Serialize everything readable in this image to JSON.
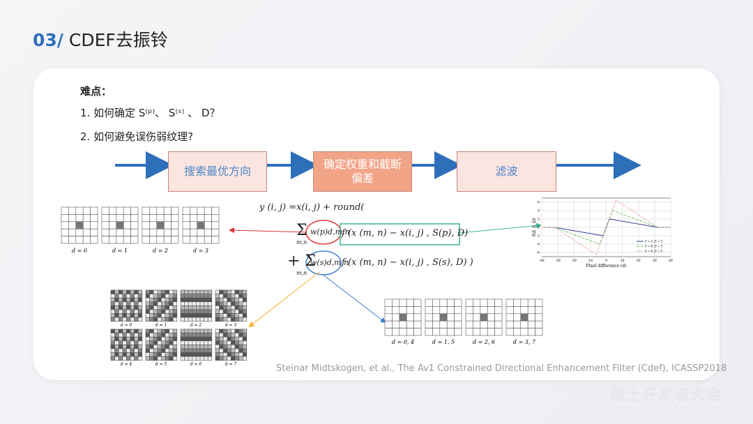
{
  "header": {
    "number": "03/",
    "title": "CDEF去振铃"
  },
  "content": {
    "difficulty_label": "难点：",
    "q1": "1. 如何确定 S⁽ᵖ⁾、 S⁽ˢ⁾ 、 D？",
    "q2": "2. 如何避免误伤弱纹理?"
  },
  "flow": {
    "steps": [
      "搜索最优方向",
      "确定权重和截断偏差",
      "滤波"
    ]
  },
  "formula": {
    "line1": "y (i, j) =x(i, j) + round(",
    "line2_sum": "Σ",
    "line2_weight": "w(p)d,m,n",
    "line2_f": "f (x (m, n) − x(i, j) , S(p), D)",
    "line3_sum": "+ Σ",
    "line3_weight": "w(s)d,m,n",
    "line3_f": "f (x (m, n) − x(i, j) , S(s), D) )",
    "sub": "m,n"
  },
  "direction_grids": {
    "labels": [
      "d = 0",
      "d = 1",
      "d = 2",
      "d = 3"
    ]
  },
  "secondary_grids": {
    "labels": [
      "d = 0, 4",
      "d = 1, 5",
      "d = 2, 6",
      "d = 3, 7"
    ]
  },
  "block_grids": {
    "labels": [
      "d = 0",
      "d = 1",
      "d = 2",
      "d = 3",
      "d = 4",
      "d = 5",
      "d = 6",
      "d = 7"
    ]
  },
  "chart_data": {
    "type": "line",
    "xlabel": "Pixel difference (d)",
    "ylabel": "f(d, S, D)",
    "xlim": [
      -40,
      40
    ],
    "ylim": [
      -7,
      7
    ],
    "xticks": [
      -40,
      -30,
      -20,
      -10,
      0,
      10,
      20,
      30,
      40
    ],
    "yticks": [
      -6,
      -4,
      -2,
      0,
      2,
      4,
      6
    ],
    "legend_position": "bottom-right",
    "series": [
      {
        "name": "S = 2, D = 5",
        "color": "#3a3f9a",
        "x": [
          -40,
          -32,
          -2,
          2,
          32,
          40
        ],
        "y": [
          0,
          0,
          -2,
          2,
          0,
          0
        ]
      },
      {
        "name": "S = 4, D = 5",
        "color": "#7cc86a",
        "x": [
          -40,
          -32,
          -4,
          4,
          32,
          40
        ],
        "y": [
          0,
          0,
          -4,
          4,
          0,
          0
        ]
      },
      {
        "name": "S = 6, D = 5",
        "color": "#e88a8a",
        "x": [
          -40,
          -32,
          -6,
          6,
          32,
          40
        ],
        "y": [
          0,
          0,
          -6.5,
          6.5,
          0,
          0
        ]
      }
    ]
  },
  "citation": "Steinar Midtskogen, et al., The Av1 Constrained Directional Enhancement Filter (Cdef), ICASSP2018",
  "logo": {
    "main": "稀土开发者大会",
    "sub": "激发万有引力 / 掘金技术未来"
  },
  "colors": {
    "accent": "#2e6fba",
    "box_fill": "#fbe5e0",
    "box_active": "#f2a487"
  }
}
